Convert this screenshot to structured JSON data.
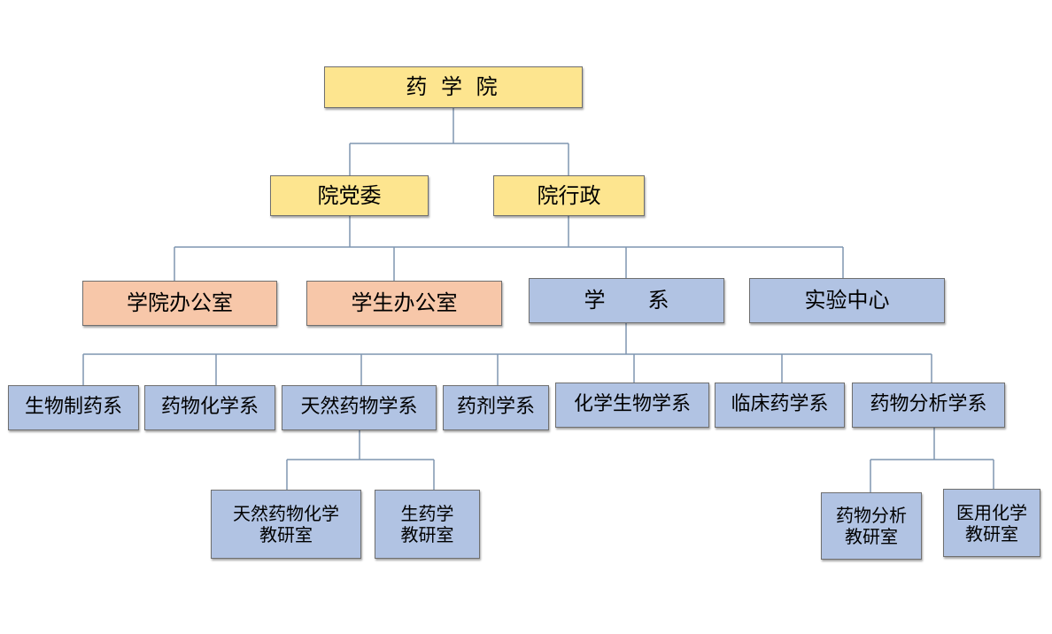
{
  "chart": {
    "root": "药 学 院",
    "level1": {
      "party": "院党委",
      "admin": "院行政"
    },
    "level2": {
      "office": "学院办公室",
      "student_office": "学生办公室",
      "departments": "学　　系",
      "lab_center": "实验中心"
    },
    "departments": {
      "bio_pharma": "生物制药系",
      "med_chem": "药物化学系",
      "natural_med": "天然药物学系",
      "pharmaceutics": "药剂学系",
      "chem_bio": "化学生物学系",
      "clinical": "临床药学系",
      "analysis": "药物分析学系"
    },
    "sections": {
      "natural_chem": {
        "line1": "天然药物化学",
        "line2": "教研室"
      },
      "pharmacognosy": {
        "line1": "生药学",
        "line2": "教研室"
      },
      "analysis_lab": {
        "line1": "药物分析",
        "line2": "教研室"
      },
      "medchem_lab": {
        "line1": "医用化学",
        "line2": "教研室"
      }
    }
  },
  "colors": {
    "top_level": "#fde58f",
    "offices": "#f7c7a9",
    "departments": "#b1c3e3",
    "connector": "#7f95b1"
  }
}
